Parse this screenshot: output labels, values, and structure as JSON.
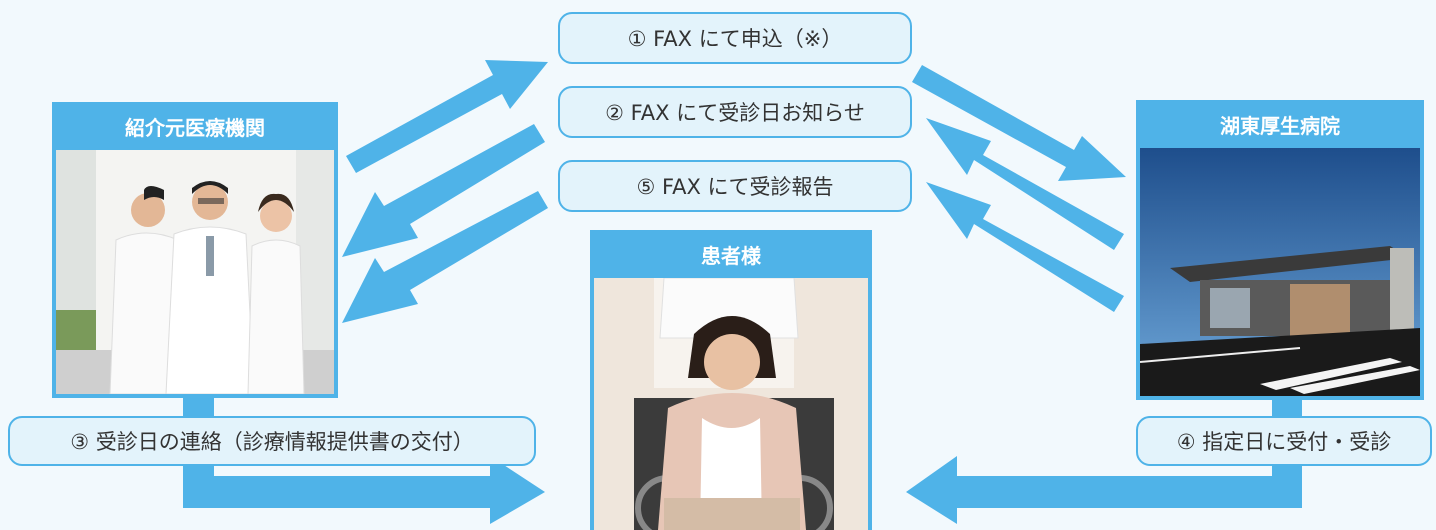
{
  "steps": {
    "step1": "① FAX にて申込（※）",
    "step2": "② FAX にて受診日お知らせ",
    "step5": "⑤ FAX にて受診報告",
    "step3": "③ 受診日の連絡（診療情報提供書の交付）",
    "step4": "④ 指定日に受付・受診"
  },
  "entities": {
    "referrer": "紹介元医療機関",
    "hospital": "湖東厚生病院",
    "patient": "患者様"
  },
  "colors": {
    "accent": "#4fb3e8",
    "pill_fill": "#e3f3fb",
    "background": "#f2f9fd"
  }
}
